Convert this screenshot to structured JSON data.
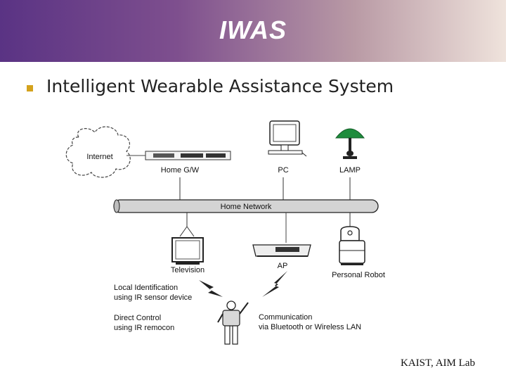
{
  "slide": {
    "title": "IWAS",
    "subtitle": "Intelligent Wearable Assistance System",
    "footer": "KAIST, AIM Lab"
  },
  "diagram": {
    "internet": "Internet",
    "home_gw": "Home G/W",
    "pc": "PC",
    "lamp": "LAMP",
    "home_network": "Home Network",
    "television": "Television",
    "ap": "AP",
    "personal_robot": "Personal Robot",
    "local_identification": [
      "Local Identification",
      "using IR sensor device"
    ],
    "direct_control": [
      "Direct Control",
      "using IR remocon"
    ],
    "communication": [
      "Communication",
      "via Bluetooth or Wireless LAN"
    ]
  },
  "colors": {
    "header_start": "#5a3384",
    "header_end": "#efe3dc",
    "bullet": "#d4a21c",
    "lamp_shade": "#1e8c3c"
  }
}
